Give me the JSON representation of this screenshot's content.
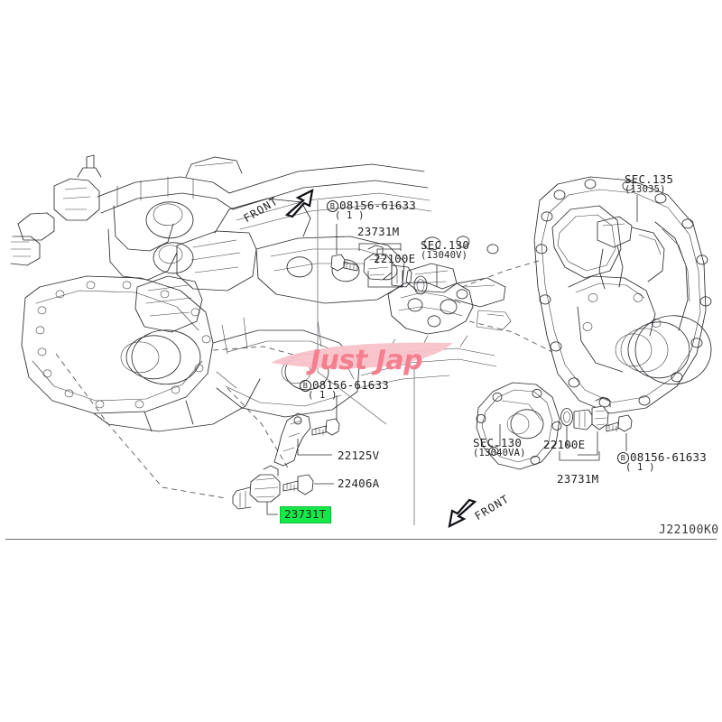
{
  "diagram": {
    "id_label": "J22100K0",
    "watermark_text": "Just Jap",
    "highlight_color": "#16e84a",
    "line_color": "#2b2b30"
  },
  "orientation_markers": [
    {
      "name": "front-top-left",
      "label": "FRONT"
    },
    {
      "name": "front-bottom-right",
      "label": "FRONT"
    }
  ],
  "callouts": {
    "top_bolt": {
      "code": "08156-61633",
      "qty": "( 1 )",
      "prefix": "B"
    },
    "top_sensor_assembly": {
      "code": "23731M"
    },
    "top_oring": {
      "code": "22100E"
    },
    "top_section": {
      "code": "SEC.130",
      "sub": "(13040V)"
    },
    "right_section": {
      "code": "SEC.135",
      "sub": "(13035)"
    },
    "right_lower_section": {
      "code": "SEC.130",
      "sub": "(13040VA)"
    },
    "right_oring": {
      "code": "22100E"
    },
    "right_sensor_assembly": {
      "code": "23731M"
    },
    "right_bolt": {
      "code": "08156-61633",
      "qty": "( 1 )",
      "prefix": "B"
    },
    "mid_bolt": {
      "code": "08156-61633",
      "qty": "( 1 )",
      "prefix": "B"
    },
    "bracket": {
      "code": "22125V"
    },
    "lower_bolt": {
      "code": "22406A"
    },
    "highlighted_part": {
      "code": "23731T"
    }
  }
}
